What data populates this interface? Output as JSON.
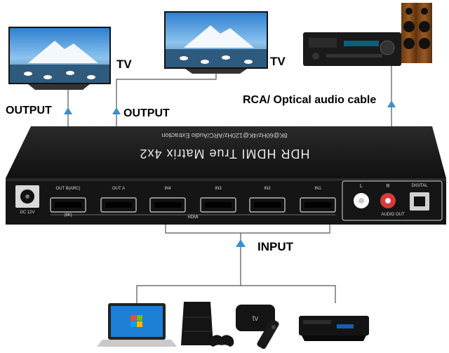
{
  "labels": {
    "tv_left": "TV",
    "tv_right": "TV",
    "output_left": "OUTPUT",
    "output_right": "OUTPUT",
    "audio_cable": "RCA/ Optical audio cable",
    "input": "INPUT"
  },
  "device": {
    "title": "HDR HDMI True Matrix 4x2",
    "subtitle": "8K@60Hz/4K@120Hz/ARC/Audio Extraction",
    "dc_label": "DC 12V",
    "ports": [
      "OUT B(ARC)",
      "OUT A",
      "IN4",
      "IN3",
      "IN2",
      "IN1"
    ],
    "port_note": "(8K)",
    "hdmi_label": "HDMI",
    "audio_l": "L",
    "audio_r": "R",
    "digital_label": "DIGITAL",
    "audio_out_label": "AUDIO OUT"
  },
  "icons": [
    "tv-icon",
    "av-receiver-icon",
    "speaker-icon",
    "laptop-icon",
    "game-console-icon",
    "streaming-box-icon",
    "remote-icon",
    "bluray-player-icon",
    "arrow-up-icon"
  ],
  "colors": {
    "arrow": "#3a8fd0",
    "device_body": "#1b1b1b",
    "line": "#555555"
  }
}
